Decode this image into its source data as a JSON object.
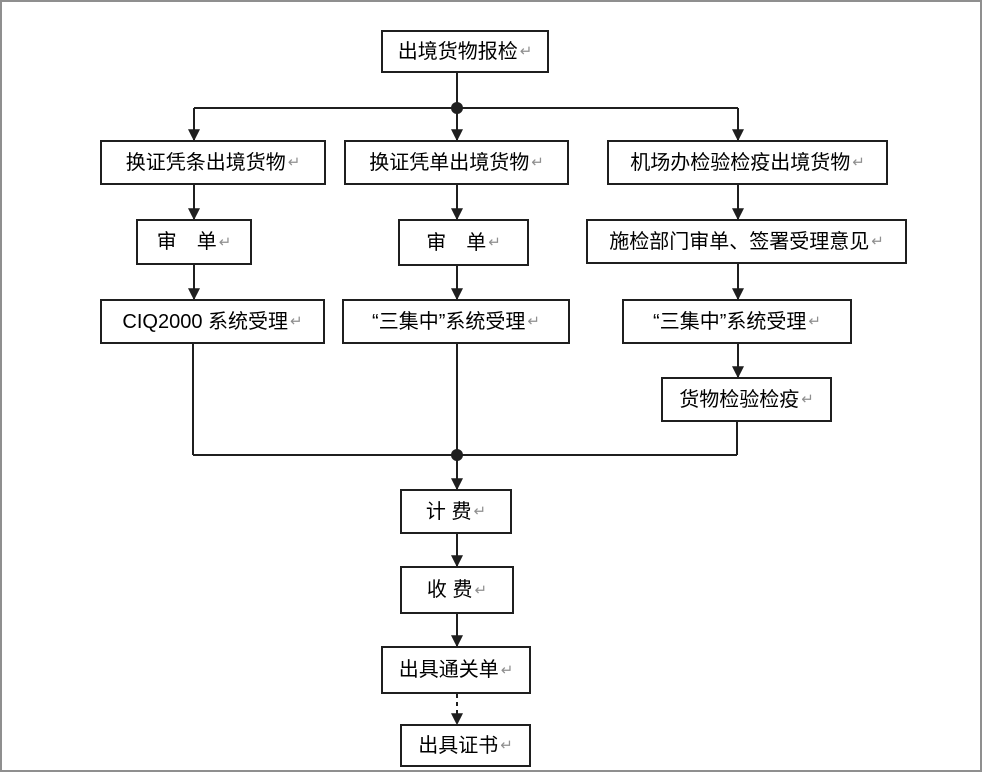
{
  "return_mark": "↵",
  "colors": {
    "line": "#1f1f1f",
    "box_border": "#1f1f1f",
    "box_fill": "#ffffff",
    "return_mark": "#8f8f8f",
    "frame_border": "#8f8f8f"
  },
  "flowchart": {
    "type": "process-flow-diagram",
    "nodes": {
      "start": {
        "label": "出境货物报检"
      },
      "branch1": {
        "label": "换证凭条出境货物"
      },
      "branch2": {
        "label": "换证凭单出境货物"
      },
      "branch3": {
        "label": "机场办检验检疫出境货物"
      },
      "review1": {
        "label": "审　单"
      },
      "review2": {
        "label": "审　单"
      },
      "review3": {
        "label": "施检部门审单、签署受理意见"
      },
      "accept1": {
        "label": "CIQ2000 系统受理"
      },
      "accept2": {
        "label": "“三集中”系统受理"
      },
      "accept3": {
        "label": "“三集中”系统受理"
      },
      "inspect": {
        "label": "货物检验检疫"
      },
      "fee_calc": {
        "label": "计 费"
      },
      "fee_collect": {
        "label": "收 费"
      },
      "clearance": {
        "label": "出具通关单"
      },
      "certificate": {
        "label": "出具证书"
      }
    },
    "edges": [
      "start -> branch1",
      "start -> branch2",
      "start -> branch3",
      "branch1 -> review1",
      "branch2 -> review2",
      "branch3 -> review3",
      "review1 -> accept1",
      "review2 -> accept2",
      "review3 -> accept3",
      "accept3 -> inspect",
      "accept1 -> fee_calc",
      "accept2 -> fee_calc",
      "inspect -> fee_calc",
      "fee_calc -> fee_collect",
      "fee_collect -> clearance",
      "clearance -> certificate (dashed)"
    ]
  }
}
